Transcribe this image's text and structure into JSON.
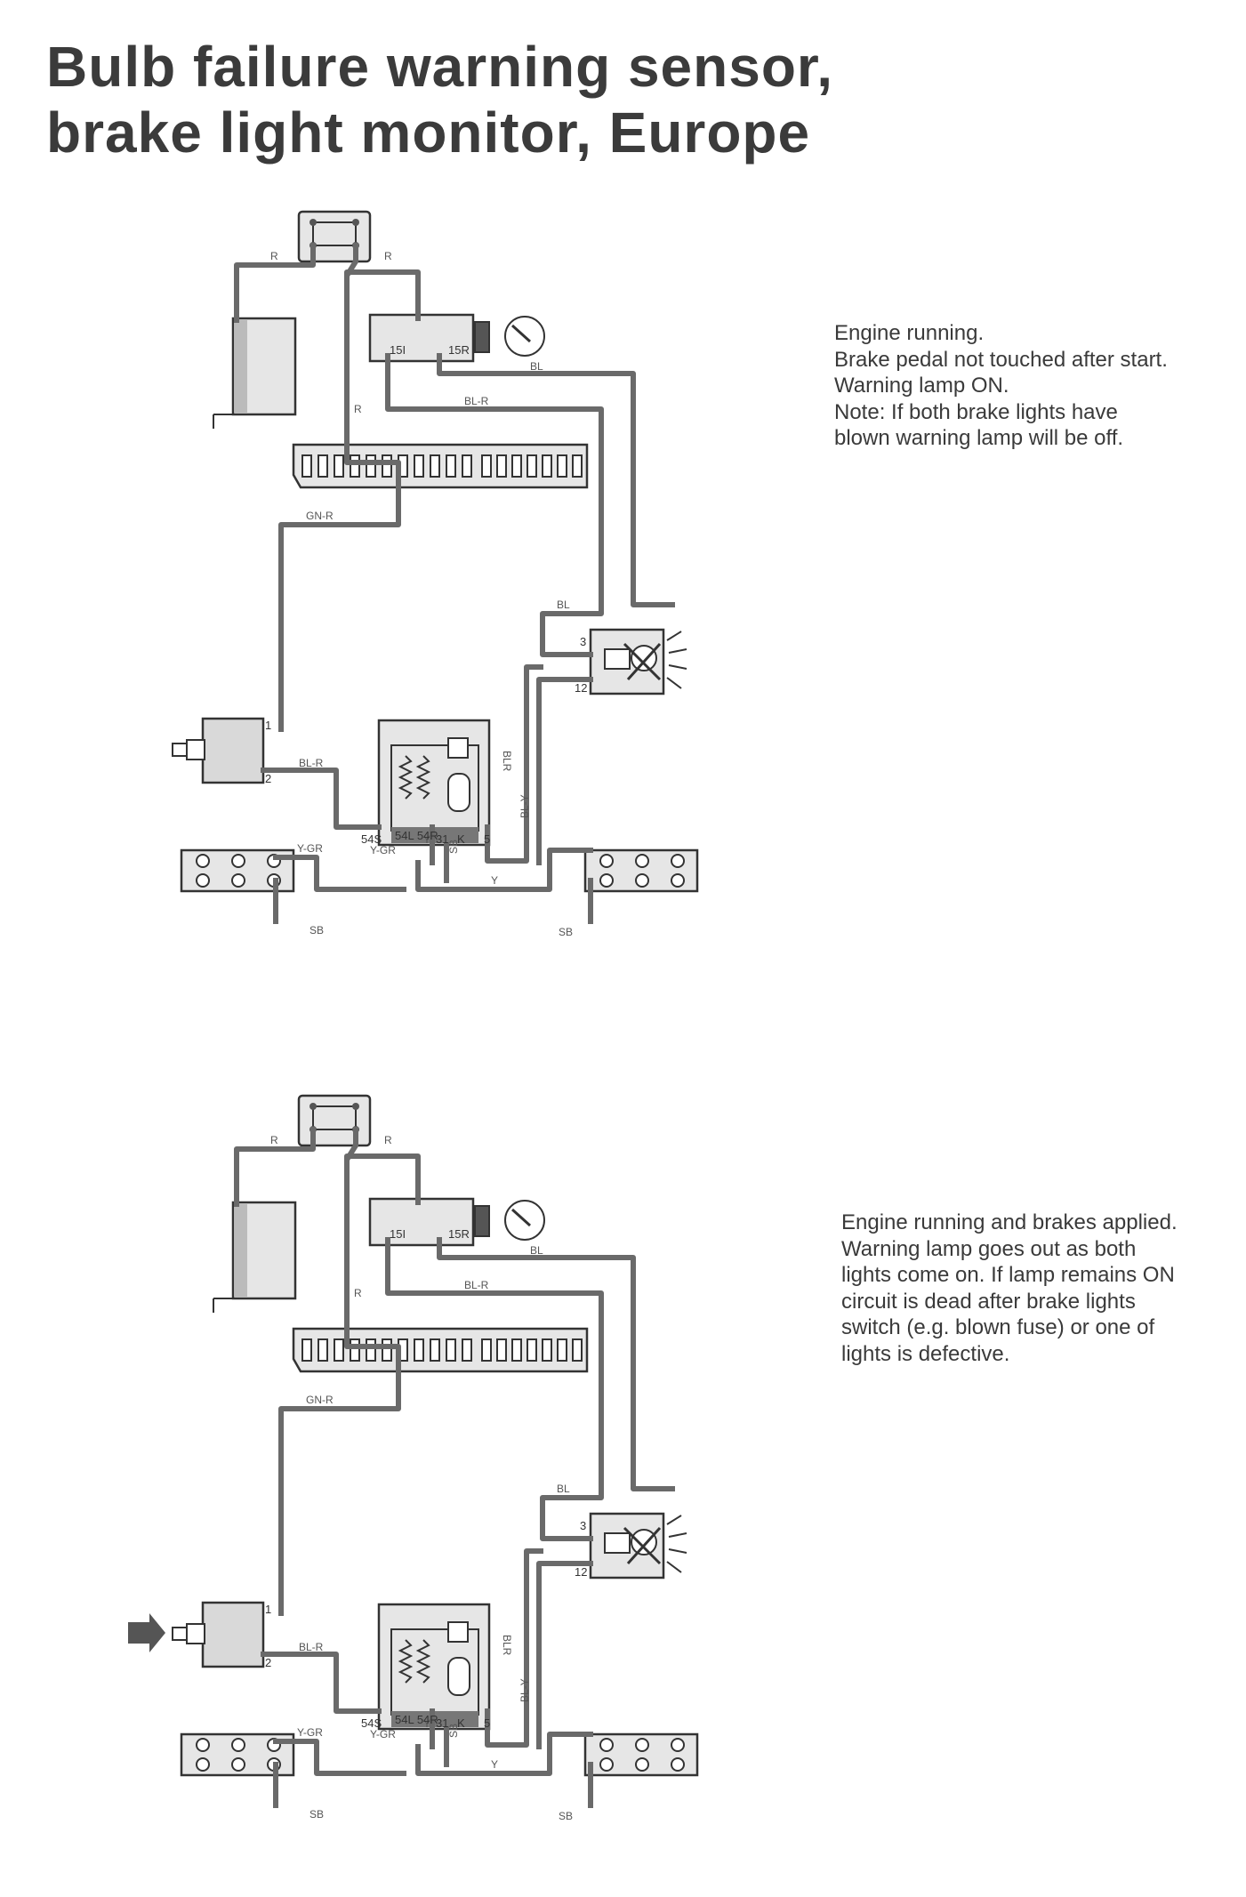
{
  "title": {
    "line1": "Bulb failure warning sensor,",
    "line2": "brake light monitor, Europe"
  },
  "notes": {
    "top": [
      "Engine running.",
      "Brake pedal not touched after start.",
      "Warning lamp ON.",
      "Note: If both brake lights have",
      "blown warning lamp will be off."
    ],
    "bottom": [
      "Engine running and brakes applied.",
      "Warning lamp goes out as both",
      "lights come on. If lamp remains ON",
      "circuit is dead after brake lights",
      "switch (e.g. blown fuse) or one of",
      "lights is defective."
    ]
  },
  "wire_labels": {
    "r": "R",
    "bl": "BL",
    "bl_r": "BL-R",
    "gn_r": "GN-R",
    "y_gr": "Y-GR",
    "y": "Y",
    "sb": "SB",
    "blr": "BLR",
    "bl_y": "BL-Y"
  },
  "pin_labels": {
    "p15i": "15I",
    "p15r": "15R",
    "p1": "1",
    "p2": "2",
    "p3": "3",
    "p12": "12",
    "p54s": "54S",
    "p31": "31",
    "pk": "K",
    "p5": "5",
    "p54l_54r": "54L 54R"
  },
  "colors": {
    "wire": "#6a6a6a",
    "component": "#d9d9d9",
    "outline": "#333333",
    "text": "#3a3a3a",
    "arrow": "#555555"
  }
}
